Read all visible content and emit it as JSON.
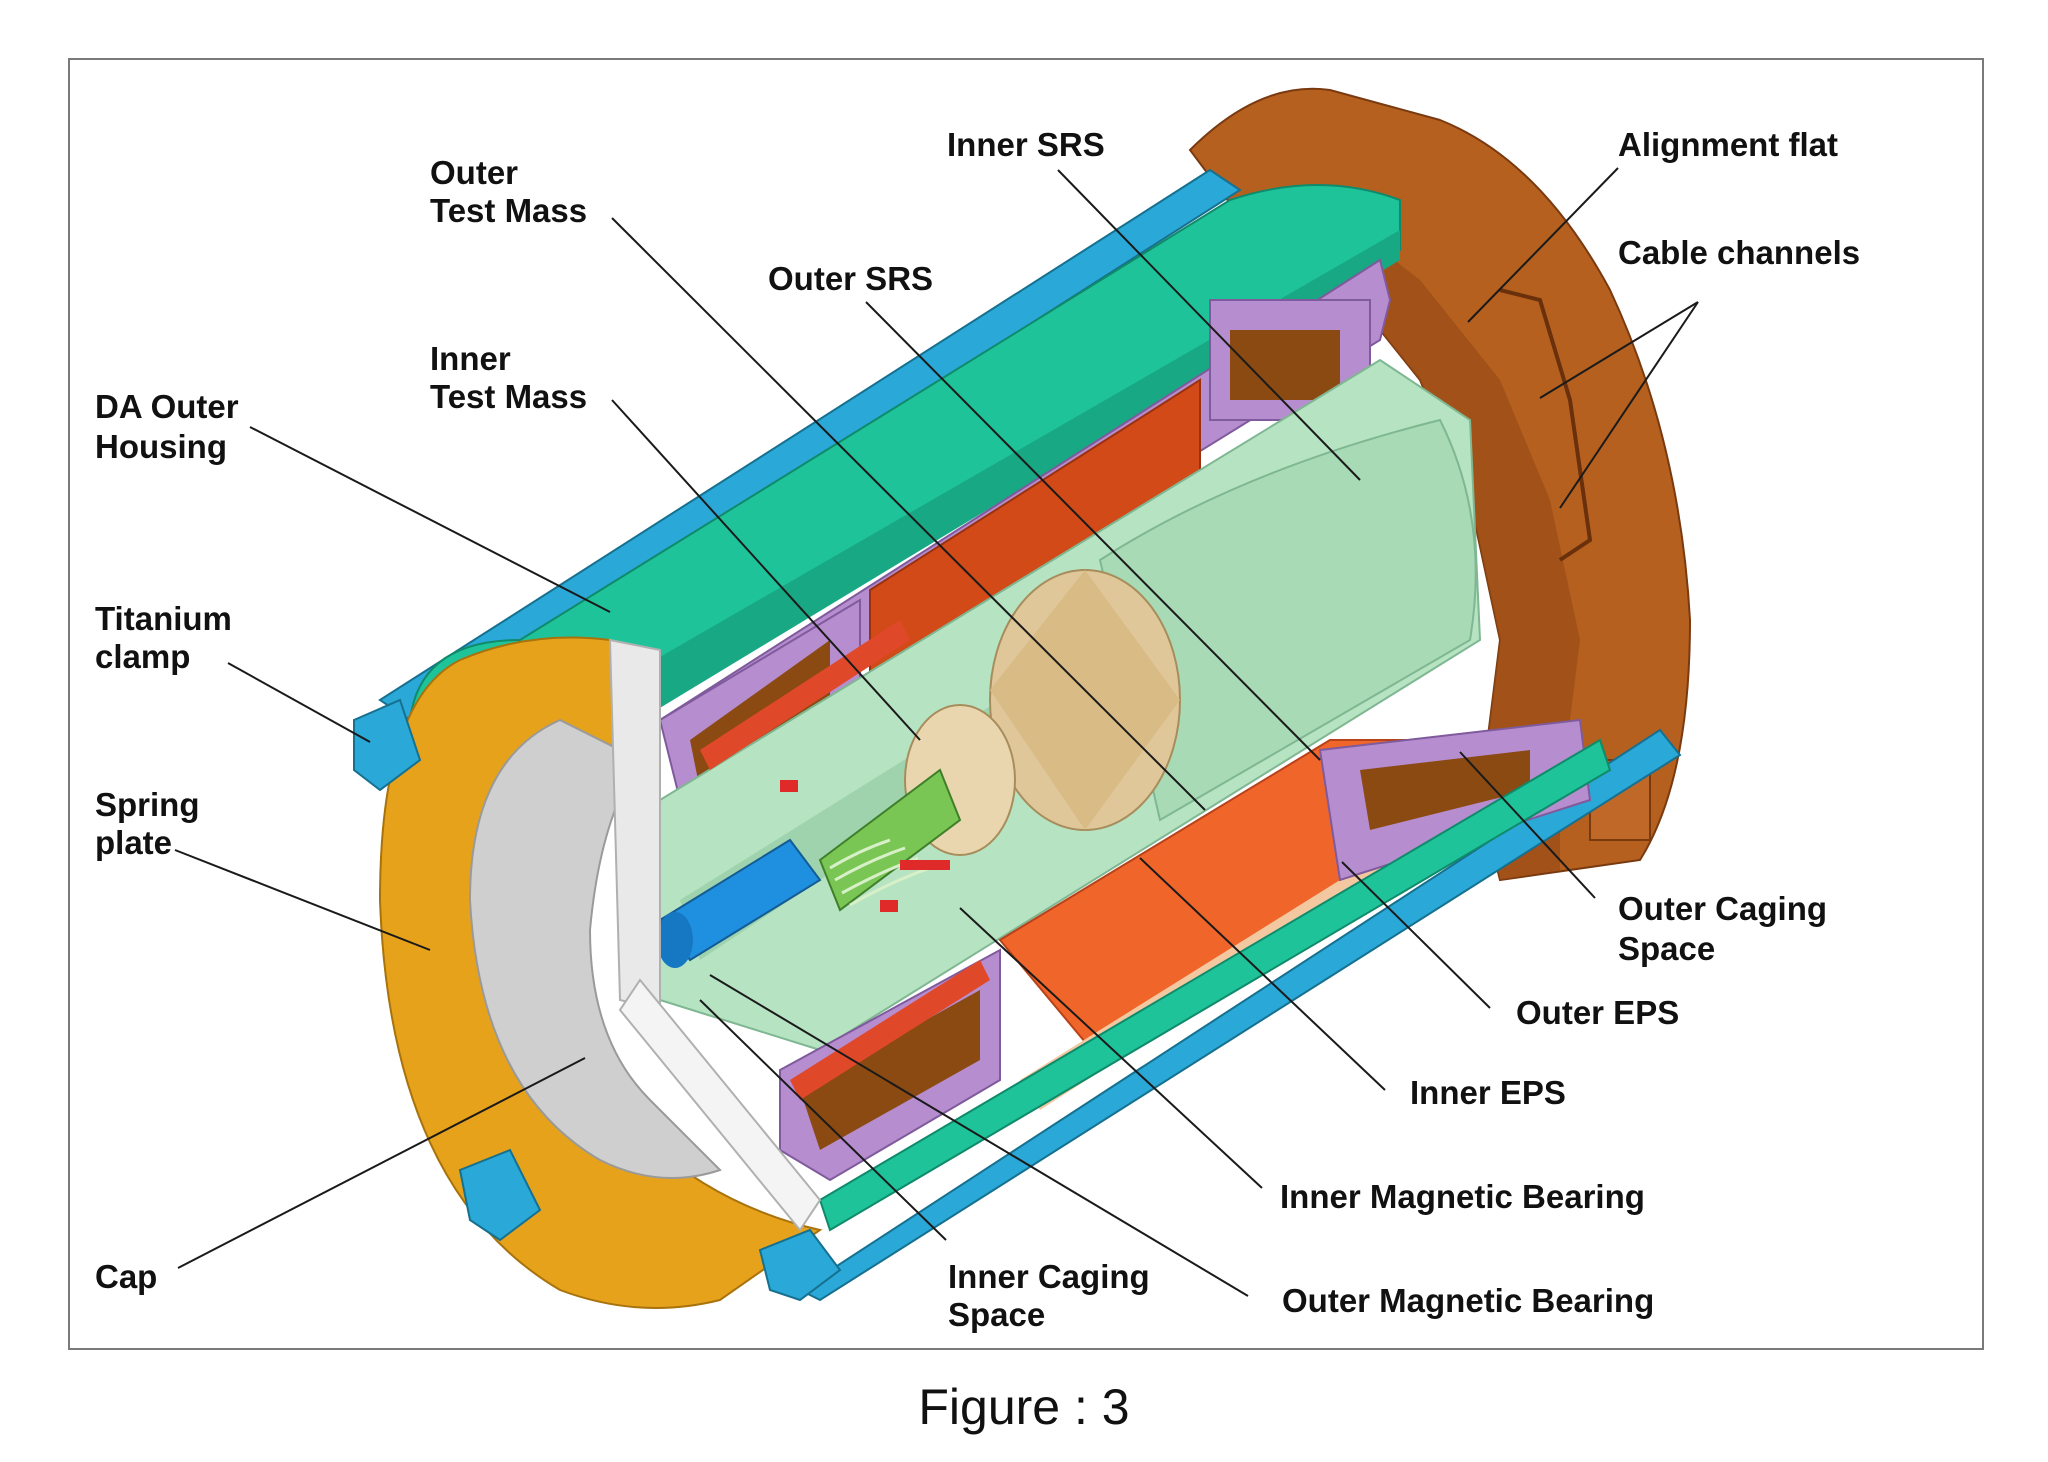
{
  "labels": {
    "outer_test_mass": [
      "Outer",
      "Test Mass"
    ],
    "inner_srs": "Inner SRS",
    "alignment_flat": "Alignment flat",
    "cable_channels": "Cable channels",
    "outer_srs": "Outer SRS",
    "inner_test_mass": [
      "Inner",
      "Test Mass"
    ],
    "da_outer_housing": [
      "DA Outer",
      "Housing"
    ],
    "titanium_clamp": [
      "Titanium",
      "clamp"
    ],
    "spring_plate": [
      "Spring",
      "plate"
    ],
    "cap": "Cap",
    "outer_caging_space": [
      "Outer Caging",
      "Space"
    ],
    "outer_eps": "Outer EPS",
    "inner_eps": "Inner EPS",
    "inner_magnetic_bearing": "Inner Magnetic Bearing",
    "inner_caging_space": [
      "Inner Caging",
      "Space"
    ],
    "outer_magnetic_bearing": "Outer Magnetic Bearing"
  },
  "caption": "Figure : 3",
  "colors": {
    "housing_blue": "#2aa8d8",
    "test_mass_teal": "#1fc39a",
    "copper_flange": "#b5601f",
    "orange_mass": "#e4561c",
    "purple_parts": "#b68ed0",
    "mint_interior": "#b6e3c2",
    "gold_spring_plate": "#e6a21a",
    "gray_cap": "#cfcfcf",
    "tan_cylinder": "#e0c79a",
    "blue_rod": "#1f8fe0"
  }
}
